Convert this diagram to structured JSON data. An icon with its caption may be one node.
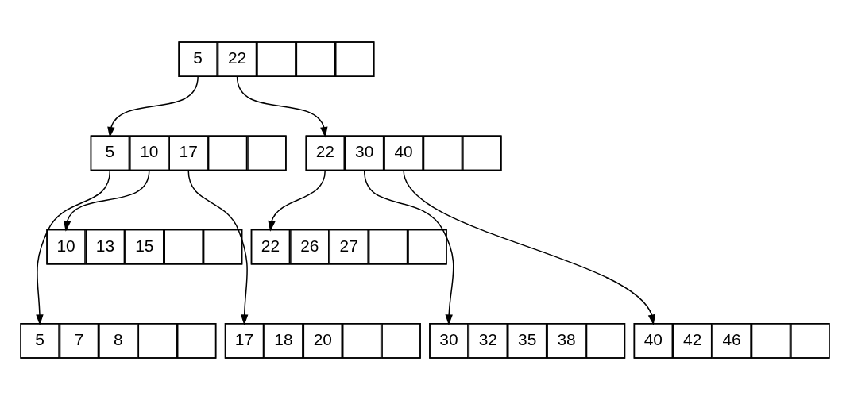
{
  "diagram": {
    "nodes": [
      {
        "text": [],
        "shape": "box"
      },
      {
        "text": [
          "5"
        ],
        "in": 0
      },
      {
        "text": [
          "22"
        ],
        "in": 0
      },
      {
        "text": [],
        "shape": "box",
        "in": 0
      },
      {
        "text": [],
        "shape": "box",
        "in": 0
      },
      {
        "text": [],
        "shape": "box",
        "in": 0
      },
      {
        "text": [],
        "shape": "box"
      },
      {
        "text": [
          "5"
        ],
        "in": 6
      },
      {
        "text": [
          "10"
        ],
        "in": 6
      },
      {
        "text": [
          "17"
        ],
        "in": 6
      },
      {
        "text": [],
        "shape": "box",
        "in": 6
      },
      {
        "text": [],
        "shape": "box",
        "in": 6
      },
      {
        "text": [],
        "shape": "box"
      },
      {
        "text": [
          "22"
        ],
        "in": 12
      },
      {
        "text": [
          "30"
        ],
        "in": 12
      },
      {
        "text": [
          "40"
        ],
        "in": 12
      },
      {
        "text": [],
        "shape": "box",
        "in": 12
      },
      {
        "text": [],
        "shape": "box",
        "in": 12
      },
      {
        "text": [],
        "shape": "box"
      },
      {
        "text": [
          "10"
        ],
        "in": 18
      },
      {
        "text": [
          "13"
        ],
        "in": 18
      },
      {
        "text": [
          "15"
        ],
        "in": 18
      },
      {
        "text": [],
        "shape": "box",
        "in": 18
      },
      {
        "text": [],
        "shape": "box",
        "in": 18
      },
      {
        "text": [],
        "shape": "box"
      },
      {
        "text": [
          "22"
        ],
        "in": 24
      },
      {
        "text": [
          "26"
        ],
        "in": 24
      },
      {
        "text": [
          "27"
        ],
        "in": 24
      },
      {
        "text": [],
        "shape": "box",
        "in": 24
      },
      {
        "text": [],
        "shape": "box",
        "in": 24
      },
      {
        "text": [],
        "shape": "box"
      },
      {
        "text": [
          "5"
        ],
        "in": 30
      },
      {
        "text": [
          "7"
        ],
        "in": 30
      },
      {
        "text": [
          "8"
        ],
        "in": 30
      },
      {
        "text": [],
        "shape": "box",
        "in": 30
      },
      {
        "text": [],
        "shape": "box",
        "in": 30
      },
      {
        "text": [],
        "shape": "box"
      },
      {
        "text": [
          "17"
        ],
        "in": 36
      },
      {
        "text": [
          "18"
        ],
        "in": 36
      },
      {
        "text": [
          "20"
        ],
        "in": 36
      },
      {
        "text": [],
        "shape": "box",
        "in": 36
      },
      {
        "text": [],
        "shape": "box",
        "in": 36
      },
      {
        "text": [],
        "shape": "box"
      },
      {
        "text": [
          "30"
        ],
        "in": 42
      },
      {
        "text": [
          "32"
        ],
        "in": 42
      },
      {
        "text": [
          "35"
        ],
        "in": 42
      },
      {
        "text": [
          "38"
        ],
        "in": 42
      },
      {
        "text": [],
        "shape": "box",
        "in": 42
      },
      {
        "text": [],
        "shape": "box"
      },
      {
        "text": [
          "40"
        ],
        "in": 48
      },
      {
        "text": [
          "42"
        ],
        "in": 48
      },
      {
        "text": [
          "46"
        ],
        "in": 48
      },
      {
        "text": [],
        "shape": "box",
        "in": 48
      },
      {
        "text": [],
        "shape": "box",
        "in": 48
      }
    ],
    "edges": [
      {
        "from": 1,
        "to": 7,
        "arrow": "to"
      },
      {
        "from": 2,
        "to": 13,
        "arrow": "to"
      },
      {
        "from": 7,
        "to": 31,
        "arrow": "to"
      },
      {
        "from": 8,
        "to": 19,
        "arrow": "to"
      },
      {
        "from": 9,
        "to": 37,
        "arrow": "to"
      },
      {
        "from": 13,
        "to": 25,
        "arrow": "to"
      },
      {
        "from": 14,
        "to": 43,
        "arrow": "to"
      },
      {
        "from": 15,
        "to": 49,
        "arrow": "to"
      }
    ]
  }
}
